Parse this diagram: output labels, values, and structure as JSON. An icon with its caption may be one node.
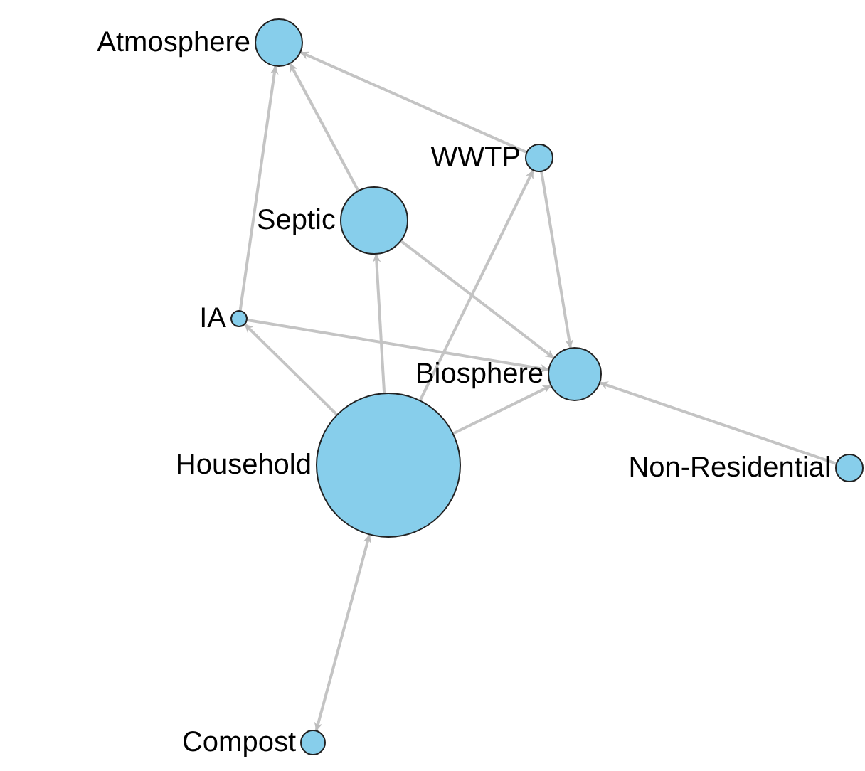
{
  "diagram": {
    "nodes": [
      {
        "text": [
          "Atmosphere"
        ]
      },
      {
        "text": [
          "WWTP"
        ]
      },
      {
        "text": [
          "Septic"
        ]
      },
      {
        "text": [
          "IA"
        ]
      },
      {
        "text": [
          "Biosphere"
        ]
      },
      {
        "text": [
          "Household"
        ]
      },
      {
        "text": [
          "Non-Residential"
        ]
      },
      {
        "text": [
          "Compost"
        ]
      }
    ],
    "edges": [
      {
        "from": 1,
        "to": 0,
        "arrow": "to"
      },
      {
        "from": 2,
        "to": 0,
        "arrow": "to"
      },
      {
        "from": 3,
        "to": 0,
        "arrow": "to"
      },
      {
        "from": 1,
        "to": 4,
        "arrow": "to"
      },
      {
        "from": 2,
        "to": 4,
        "arrow": "to"
      },
      {
        "from": 3,
        "to": 4,
        "arrow": "to"
      },
      {
        "from": 5,
        "to": 2,
        "arrow": "to"
      },
      {
        "from": 5,
        "to": 1,
        "arrow": "to"
      },
      {
        "from": 5,
        "to": 4,
        "arrow": "to"
      },
      {
        "from": 5,
        "to": 3,
        "arrow": "to"
      },
      {
        "from": 6,
        "to": 4,
        "arrow": "to"
      },
      {
        "from": 5,
        "to": 7,
        "arrow": "both"
      }
    ]
  }
}
